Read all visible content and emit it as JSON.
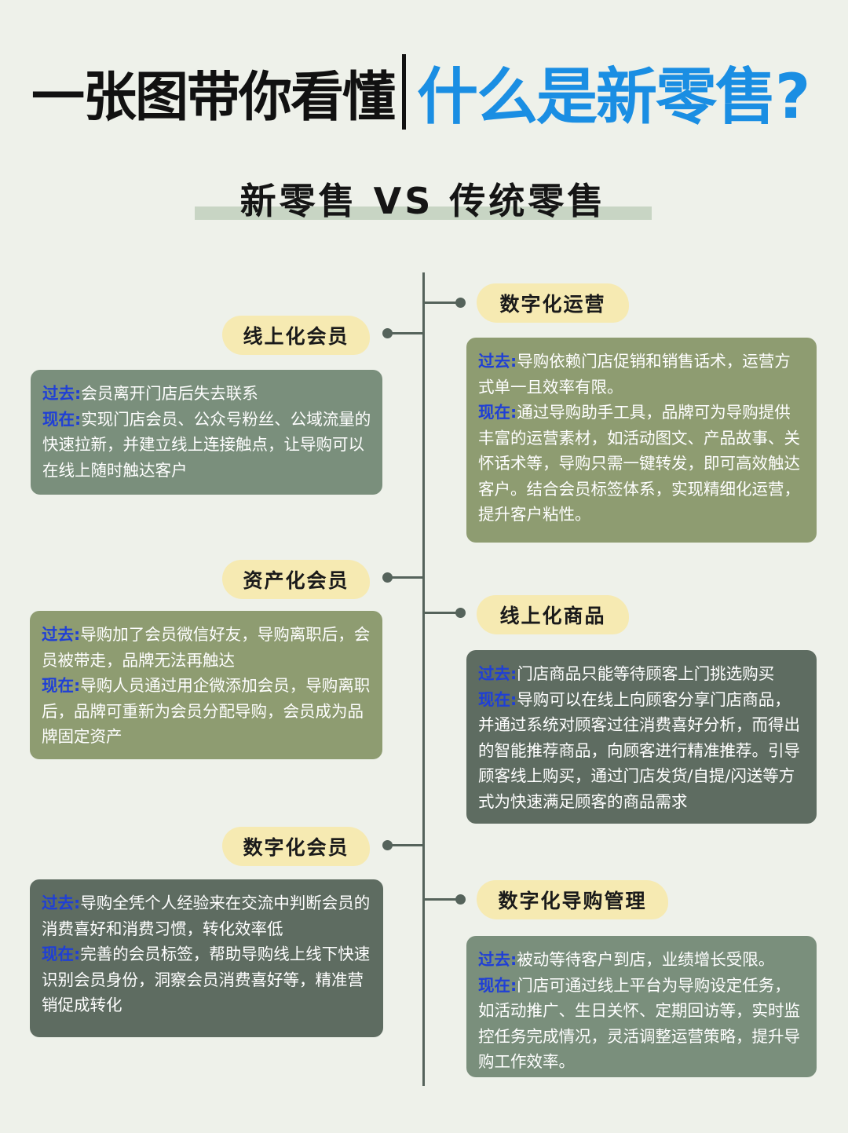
{
  "header": {
    "title_left": "一张图带你看懂",
    "title_right": "什么是新零售?",
    "subtitle": "新零售 VS 传统零售"
  },
  "colors": {
    "background": "#eef1ea",
    "title_accent": "#1a8ee3",
    "tag_fill": "#f6eab2",
    "label_blue": "#1f3fd6",
    "timeline": "#55635b"
  },
  "left_items": [
    {
      "tag": "线上化会员",
      "past_label": "过去:",
      "past": "会员离开门店后失去联系",
      "now_label": "现在:",
      "now": "实现门店会员、公众号粉丝、公域流量的快速拉新，并建立线上连接触点，让导购可以在线上随时触达客户"
    },
    {
      "tag": "资产化会员",
      "past_label": "过去:",
      "past": "导购加了会员微信好友，导购离职后，会员被带走，品牌无法再触达",
      "now_label": "现在:",
      "now": "导购人员通过用企微添加会员，导购离职后，品牌可重新为会员分配导购，会员成为品牌固定资产"
    },
    {
      "tag": "数字化会员",
      "past_label": "过去:",
      "past": "导购全凭个人经验来在交流中判断会员的消费喜好和消费习惯，转化效率低",
      "now_label": "现在:",
      "now": "完善的会员标签，帮助导购线上线下快速识别会员身份，洞察会员消费喜好等，精准营销促成转化"
    }
  ],
  "right_items": [
    {
      "tag": "数字化运营",
      "past_label": "过去:",
      "past": "导购依赖门店促销和销售话术，运营方式单一且效率有限。",
      "now_label": "现在:",
      "now": "通过导购助手工具，品牌可为导购提供丰富的运营素材，如活动图文、产品故事、关怀话术等，导购只需一键转发，即可高效触达客户。结合会员标签体系，实现精细化运营，提升客户粘性。"
    },
    {
      "tag": "线上化商品",
      "past_label": "过去:",
      "past": "门店商品只能等待顾客上门挑选购买",
      "now_label": "现在:",
      "now": "导购可以在线上向顾客分享门店商品，并通过系统对顾客过往消费喜好分析，而得出的智能推荐商品，向顾客进行精准推荐。引导顾客线上购买，通过门店发货/自提/闪送等方式为快速满足顾客的商品需求"
    },
    {
      "tag": "数字化导购管理",
      "past_label": "过去:",
      "past": "被动等待客户到店，业绩增长受限。",
      "now_label": "现在:",
      "now": "门店可通过线上平台为导购设定任务，如活动推广、生日关怀、定期回访等，实时监控任务完成情况，灵活调整运营策略，提升导购工作效率。"
    }
  ]
}
